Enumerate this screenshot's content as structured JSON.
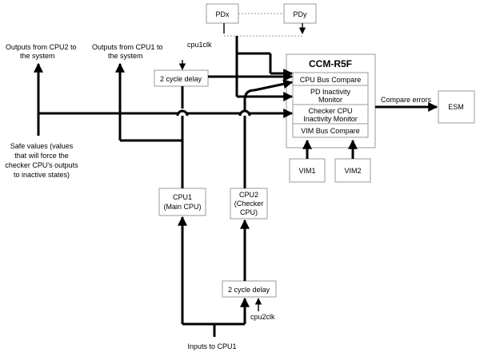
{
  "blocks": {
    "pdx": "PDx",
    "pdy": "PDy",
    "ccm_title": "CCM-R5F",
    "cpu_bus_compare": "CPU Bus Compare",
    "pd_inactivity_1": "PD Inactivity",
    "pd_inactivity_2": "Monitor",
    "checker_inactivity_1": "Checker CPU",
    "checker_inactivity_2": "Inactivity Monitor",
    "vim_bus_compare": "VIM Bus Compare",
    "esm": "ESM",
    "vim1": "VIM1",
    "vim2": "VIM2",
    "delay_top": "2 cycle delay",
    "delay_bottom": "2 cycle delay",
    "cpu1_1": "CPU1",
    "cpu1_2": "(Main CPU)",
    "cpu2_1": "CPU2",
    "cpu2_2": "(Checker",
    "cpu2_3": "CPU)"
  },
  "labels": {
    "cpu2_out_1": "Outputs from CPU2 to",
    "cpu2_out_2": "the system",
    "cpu1_out_1": "Outputs from CPU1 to",
    "cpu1_out_2": "the system",
    "cpu1clk": "cpu1clk",
    "cpu2clk": "cpu2clk",
    "compare_errors": "Compare errors",
    "safe_1": "Safe values (values",
    "safe_2": "that will force the",
    "safe_3": "checker CPU's outputs",
    "safe_4": "to inactive states)",
    "inputs": "Inputs to CPU1"
  }
}
